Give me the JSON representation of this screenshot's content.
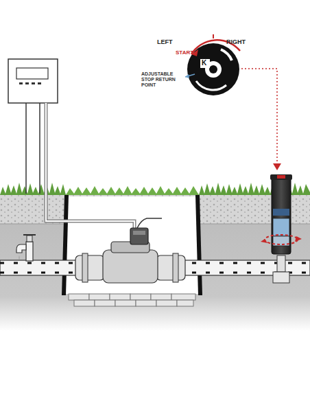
{
  "diagram": {
    "labels": [
      "LEFT",
      "RIGHT",
      "START",
      "ADJUSTABLE STOP RETURN POINT",
      "K"
    ]
  }
}
